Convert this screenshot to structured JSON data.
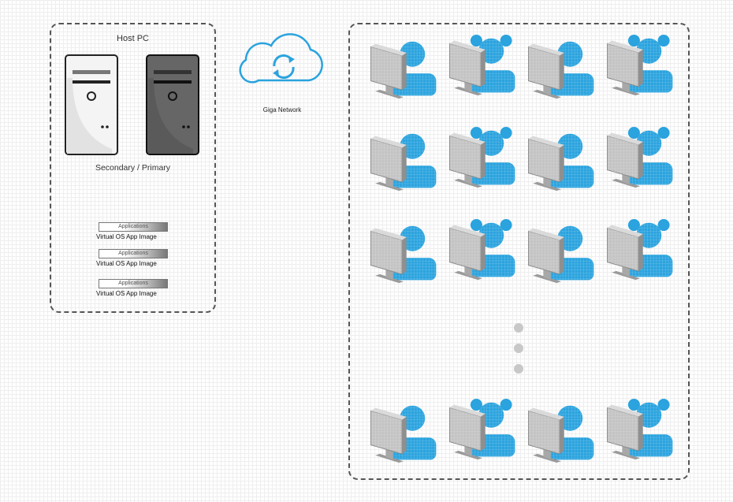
{
  "host": {
    "title": "Host PC",
    "servers_caption": "Secondary / Primary",
    "images": [
      {
        "bar": "Applications",
        "label": "Virtual OS App Image"
      },
      {
        "bar": "Applications",
        "label": "Virtual OS App Image"
      },
      {
        "bar": "Applications",
        "label": "Virtual OS App Image"
      }
    ]
  },
  "network": {
    "label": "Giga Network"
  },
  "colors": {
    "accent": "#2aa3de",
    "monitor": "#b8b8b8",
    "dark_server": "#5a5a5a"
  },
  "icons": [
    "cloud-sync-icon",
    "server-tower-icon",
    "monitor-user-icon"
  ]
}
